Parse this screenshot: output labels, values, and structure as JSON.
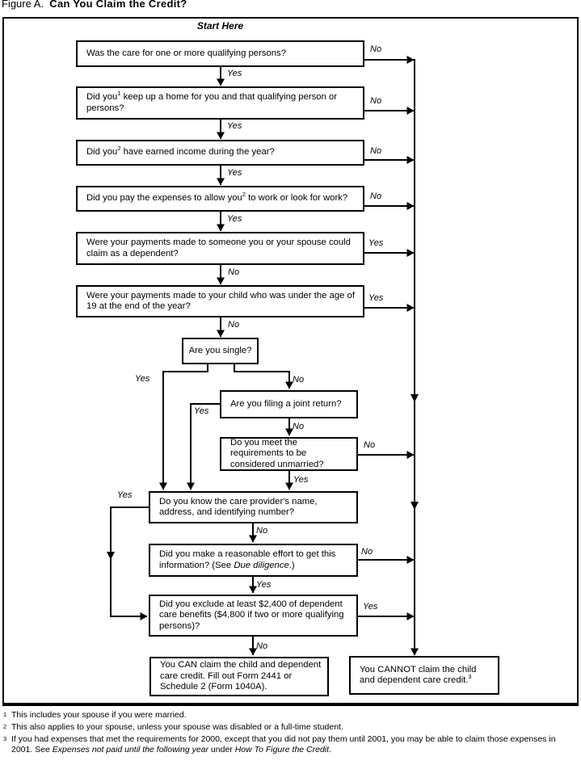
{
  "title": {
    "prefix": "Figure A.",
    "main": "Can You Claim the Credit?"
  },
  "start_here": "Start Here",
  "nodes": {
    "b1": {
      "text": "Was the care for one or more qualifying persons?"
    },
    "b2": {
      "t1": "Did you",
      "sup": "1",
      "t2": " keep up a home for you and that qualifying person or persons?"
    },
    "b3": {
      "t1": "Did you",
      "sup": "2",
      "t2": " have earned income during the year?"
    },
    "b4": {
      "t1": "Did you pay the expenses to allow you",
      "sup": "2",
      "t2": " to work or look for work?"
    },
    "b5": {
      "text": "Were your payments made to someone you or your spouse could claim as a dependent?"
    },
    "b6": {
      "text": "Were your payments made to your child who was under the age of 19 at the end of the year?"
    },
    "b7": {
      "text": "Are you single?"
    },
    "b8": {
      "text": "Are you filing a joint return?"
    },
    "b9": {
      "text": "Do you meet the requirements to be considered unmarried?"
    },
    "b10": {
      "text": "Do you know the care provider's name, address, and identifying number?"
    },
    "b11": {
      "t1": "Did you make a reasonable effort to get this information? (See ",
      "i": "Due diligence",
      "t2": ".)"
    },
    "b12": {
      "text": "Did you exclude at least $2,400 of dependent care benefits ($4,800 if two or more qualifying persons)?"
    },
    "b13": {
      "text": "You CAN claim the child and dependent care credit. Fill out Form 2441 or Schedule 2 (Form 1040A)."
    },
    "b14": {
      "t1": "You CANNOT claim the child and dependent care credit.",
      "sup": "3"
    }
  },
  "edges": {
    "b1_yes": "Yes",
    "b1_no": "No",
    "b2_yes": "Yes",
    "b2_no": "No",
    "b3_yes": "Yes",
    "b3_no": "No",
    "b4_yes": "Yes",
    "b4_no": "No",
    "b5_no": "No",
    "b5_yes": "Yes",
    "b6_no": "No",
    "b6_yes": "Yes",
    "b7_yes": "Yes",
    "b7_no": "No",
    "b8_yes": "Yes",
    "b8_no": "No",
    "b9_yes": "Yes",
    "b9_no": "No",
    "b10_yes": "Yes",
    "b10_no": "No",
    "b11_yes": "Yes",
    "b11_no": "No",
    "b12_yes": "Yes",
    "b12_no": "No"
  },
  "footnotes": {
    "f1": {
      "sup": "1",
      "text": "This includes your spouse if you were married."
    },
    "f2": {
      "sup": "2",
      "text": "This also applies to your spouse, unless your spouse was disabled or a full-time student."
    },
    "f3": {
      "sup": "3",
      "t1": "If you had expenses that met the requirements for 2000, except that you did not pay them until 2001, you may be able to claim those expenses in 2001. See ",
      "i1": "Expenses not paid until the following year",
      "t2": " under ",
      "i2": "How To Figure the Credit",
      "t3": "."
    }
  },
  "colors": {
    "ink": "#000000",
    "paper": "#ffffff"
  }
}
